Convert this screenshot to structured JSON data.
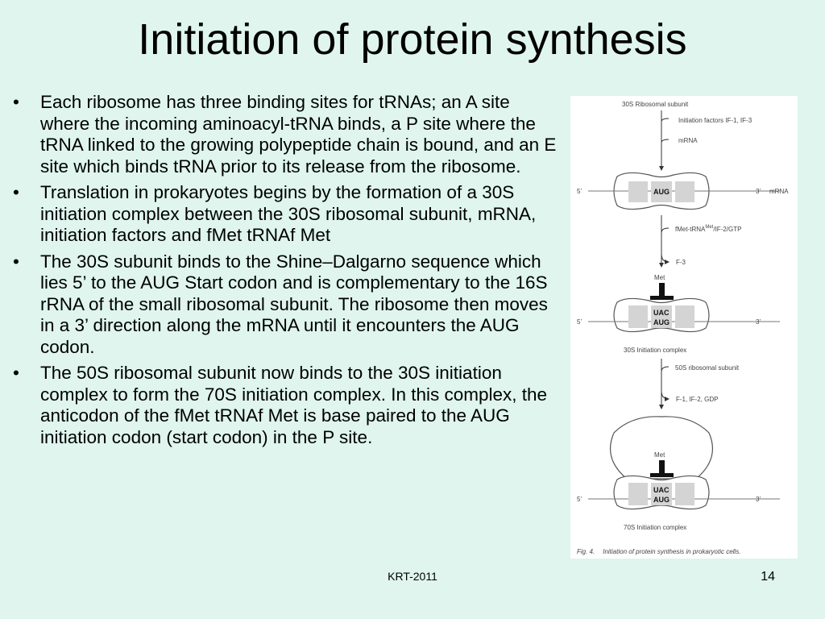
{
  "slide": {
    "title": "Initiation of protein synthesis",
    "bullets": [
      "Each ribosome has three binding sites for tRNAs; an A site where the incoming aminoacyl-tRNA binds, a P site where the tRNA linked to the growing polypeptide chain is bound, and an E site which binds tRNA prior to its release from the ribosome.",
      "Translation in prokaryotes begins by the formation of a 30S initiation complex between the 30S ribosomal subunit, mRNA, initiation factors and fMet tRNAf Met",
      "The 30S subunit binds to the Shine–Dalgarno sequence which lies 5’ to the AUG Start codon and is complementary to the 16S rRNA of the small ribosomal subunit. The ribosome then moves in a 3’ direction along the mRNA until it encounters the AUG codon.",
      "The 50S ribosomal subunit now binds to the 30S initiation complex to form the 70S initiation complex. In this complex, the anticodon of the fMet tRNAf Met is base paired to the AUG initiation codon (start codon) in the P site."
    ],
    "footer": "KRT-2011",
    "page_number": "14"
  },
  "figure": {
    "label_30s_subunit": "30S Ribosomal subunit",
    "label_init_factors": "Initiation factors IF-1, IF-3",
    "label_mrna_in": "mRNA",
    "label_five_prime": "5’",
    "label_three_prime": "3’",
    "label_mrna": "mRNA",
    "codon_aug": "AUG",
    "anticodon_uac": "UAC",
    "label_fmet_trna_a": "fMet-tRNA",
    "label_fmet_trna_sup": "Met",
    "label_fmet_trna_b": "/IF-2/GTP",
    "label_if3_out": "F-3",
    "label_met": "Met",
    "label_30s_complex": "30S Initiation complex",
    "label_50s_subunit": "50S ribosomal subunit",
    "label_factors_out": "F-1, IF-2, GDP",
    "label_70s_complex": "70S Initiation complex",
    "caption_number": "Fig. 4.",
    "caption_text": "Initiation of protein synthesis in prokaryotic cells."
  }
}
